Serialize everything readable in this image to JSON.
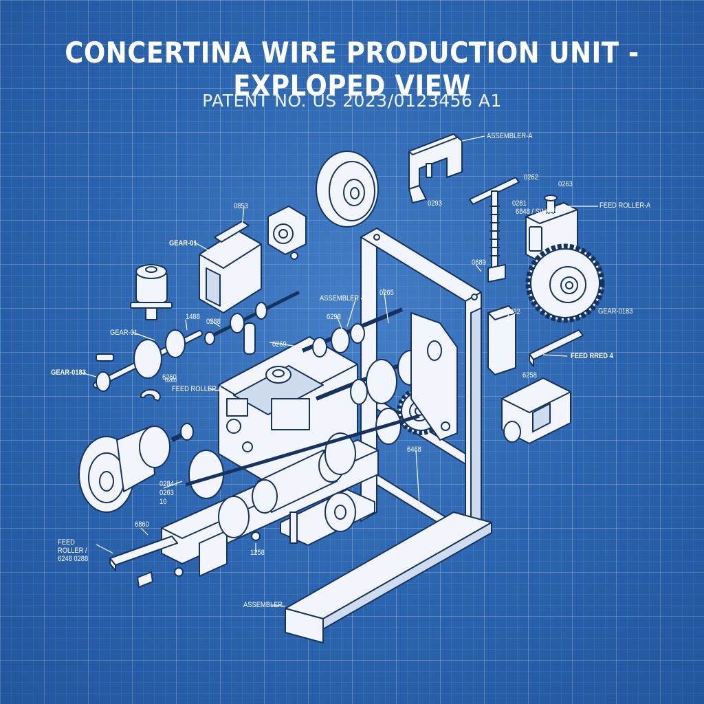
{
  "diagram": {
    "title": "CONCERTINA WIRE PRODUCTION UNIT - EXPLOPED VIEW",
    "subtitle": "PATENT NO. US 2023/0123456 A1"
  },
  "labels": [
    {
      "key": "assembler_a",
      "text": "ASSEMBLER-A"
    },
    {
      "key": "label_0293",
      "text": "0293"
    },
    {
      "key": "label_0262",
      "text": "0262"
    },
    {
      "key": "label_0263",
      "text": "0263"
    },
    {
      "key": "feed_roller_a",
      "text": "FEED ROLLER-A"
    },
    {
      "key": "label_0853",
      "text": "0853"
    },
    {
      "key": "label_0281",
      "text": "0281"
    },
    {
      "key": "label_6848",
      "text": "6848 / SW628"
    },
    {
      "key": "gear_01_top",
      "text": "GEAR-01"
    },
    {
      "key": "label_0689",
      "text": "0689"
    },
    {
      "key": "assembler_4",
      "text": "ASSEMBLER 4"
    },
    {
      "key": "label_0265",
      "text": "0265"
    },
    {
      "key": "label_6298",
      "text": "6298"
    },
    {
      "key": "gear_01_mid",
      "text": "GEAR-01"
    },
    {
      "key": "label_1488",
      "text": "1488"
    },
    {
      "key": "label_0288",
      "text": "0288"
    },
    {
      "key": "label_0282",
      "text": "0282"
    },
    {
      "key": "gear_0183",
      "text": "GEAR-0183"
    },
    {
      "key": "label_0269",
      "text": "0269"
    },
    {
      "key": "label_6260",
      "text": "6260"
    },
    {
      "key": "gear_0183_left",
      "text": "GEAR-0183"
    },
    {
      "key": "label_6258",
      "text": "6258"
    },
    {
      "key": "feed_roller_4",
      "text": "FEED ROLLER 4"
    },
    {
      "key": "feed_red_4",
      "text": "FEED RRED 4"
    },
    {
      "key": "label_6468",
      "text": "6468"
    },
    {
      "key": "label_6860",
      "text": "6860"
    },
    {
      "key": "label_0284",
      "text": "0284 / 0263 10"
    },
    {
      "key": "label_1258",
      "text": "1258"
    },
    {
      "key": "feed_roller_6",
      "text": "FEED ROLLER / 6248 0288"
    },
    {
      "key": "label_0260",
      "text": "0260"
    },
    {
      "key": "assembler_bottom",
      "text": "ASSEMBLER"
    }
  ]
}
